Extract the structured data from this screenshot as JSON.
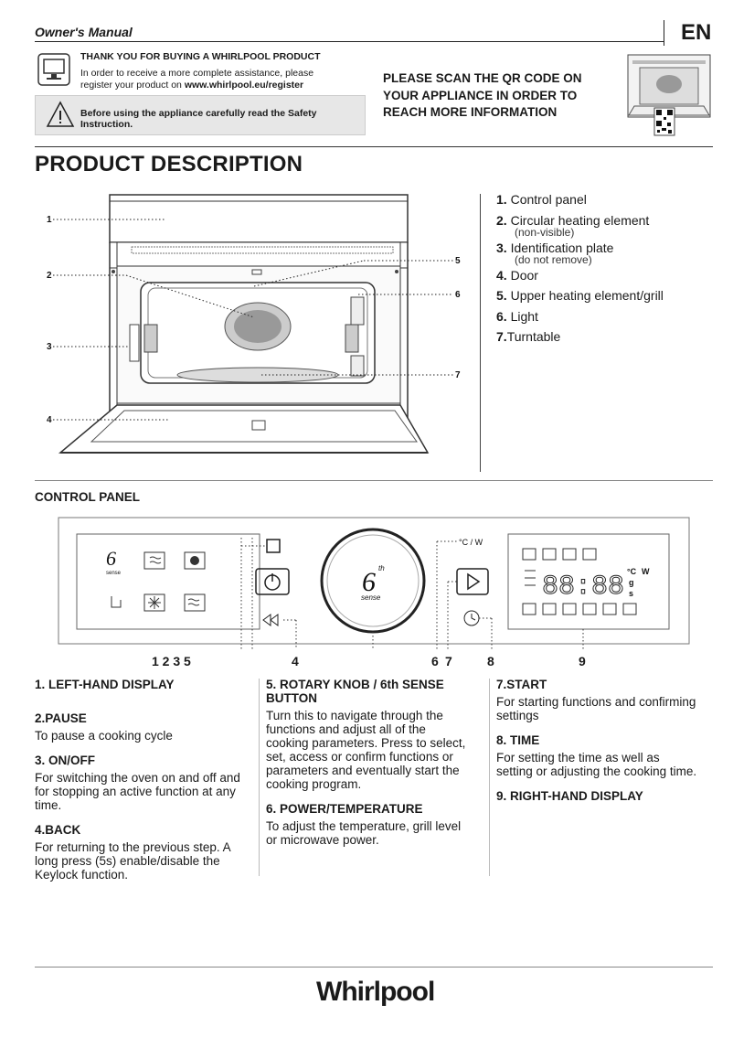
{
  "header": {
    "title": "Owner's Manual",
    "lang": "EN"
  },
  "intro": {
    "thanks_title": "THANK YOU FOR BUYING A WHIRLPOOL PRODUCT",
    "thanks_line1": "In order to receive a more complete assistance, please",
    "thanks_line2_pre": "register your product on ",
    "thanks_url": "www.whirlpool.eu/register",
    "warning": "Before using the appliance carefully read the Safety Instruction.",
    "qr_text": "PLEASE SCAN THE QR CODE ON YOUR APPLIANCE IN ORDER TO REACH MORE INFORMATION"
  },
  "product": {
    "heading": "PRODUCT DESCRIPTION",
    "callouts": [
      "1",
      "2",
      "3",
      "4",
      "5",
      "6",
      "7"
    ],
    "legend": [
      {
        "num": "1.",
        "label": "Control panel",
        "sub": ""
      },
      {
        "num": "2.",
        "label": "Circular heating element",
        "sub": "(non-visible)"
      },
      {
        "num": "3.",
        "label": "Identification plate",
        "sub": "(do not remove)"
      },
      {
        "num": "4.",
        "label": "Door",
        "sub": ""
      },
      {
        "num": "5.",
        "label": "Upper heating element/grill",
        "sub": ""
      },
      {
        "num": "6.",
        "label": "Light",
        "sub": ""
      },
      {
        "num": "7.",
        "label": "Turntable",
        "sub": ""
      }
    ]
  },
  "control_panel": {
    "heading": "CONTROL PANEL",
    "temp_label": "°C / W",
    "knob_top": "6",
    "knob_sup": "th",
    "knob_bottom": "sense",
    "display_digits": "88:88",
    "units": [
      "°C",
      "W",
      "g",
      "s"
    ],
    "numbers": {
      "n1235": "1 2 3 5",
      "n4": "4",
      "n6": "6",
      "n7": "7",
      "n8": "8",
      "n9": "9"
    }
  },
  "descriptions": {
    "c1": [
      {
        "title": "1. LEFT-HAND DISPLAY",
        "text": ""
      },
      {
        "title": "2.PAUSE",
        "text": "To pause a cooking cycle"
      },
      {
        "title": "3. ON/OFF",
        "text": "For switching the oven on and off and for stopping an active function at any time."
      },
      {
        "title": "4.BACK",
        "text": "For returning to the previous step. A long press (5s) enable/disable the Keylock function."
      }
    ],
    "c2": [
      {
        "title": "5. ROTARY KNOB / 6th SENSE BUTTON",
        "text": "Turn this to navigate through the functions and adjust all of the cooking parameters. Press to select, set, access or confirm functions or parameters and eventually start the cooking program."
      },
      {
        "title": "6. POWER/TEMPERATURE",
        "text": "To adjust the temperature, grill level or microwave power."
      }
    ],
    "c3": [
      {
        "title": "7.START",
        "text": "For starting functions and confirming settings"
      },
      {
        "title": "8. TIME",
        "text": "For setting the time as well as setting or adjusting the cooking time."
      },
      {
        "title": "9. RIGHT-HAND DISPLAY",
        "text": ""
      }
    ]
  },
  "footer": {
    "brand": "Whirlpool"
  }
}
